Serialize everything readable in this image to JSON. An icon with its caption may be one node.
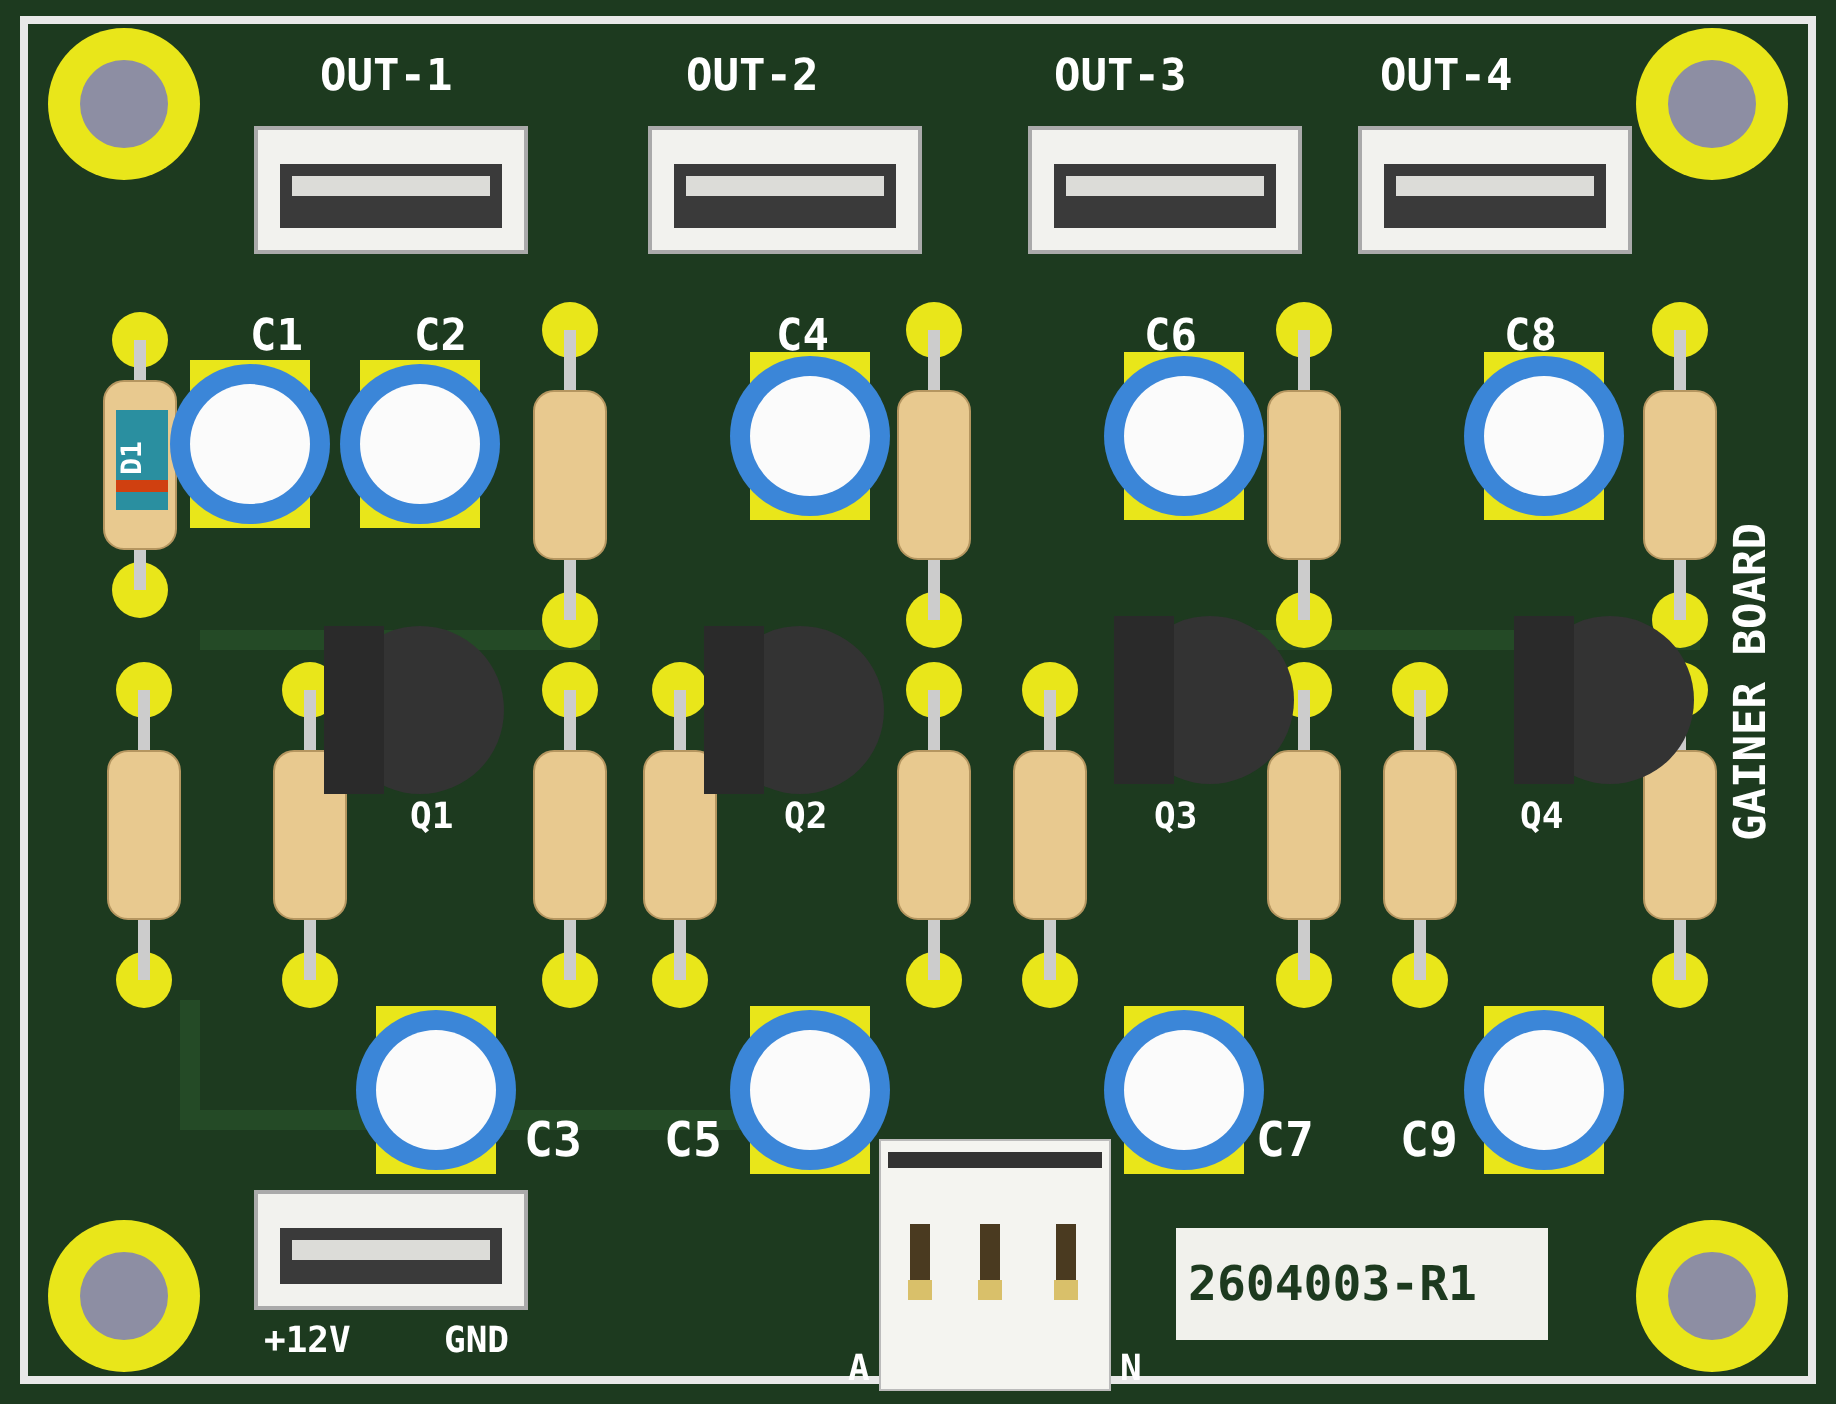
{
  "diagram": {
    "labels": [
      "OUT-1",
      "OUT-2",
      "OUT-3",
      "OUT-4",
      "C1",
      "C2",
      "C4",
      "C6",
      "C8",
      "GAINER BOARD",
      "D1",
      "Q1",
      "Q2",
      "Q3",
      "Q4",
      "C3",
      "C5",
      "C7",
      "C9",
      "+12V",
      "GND",
      "A",
      "N",
      "2604003-R1"
    ]
  }
}
